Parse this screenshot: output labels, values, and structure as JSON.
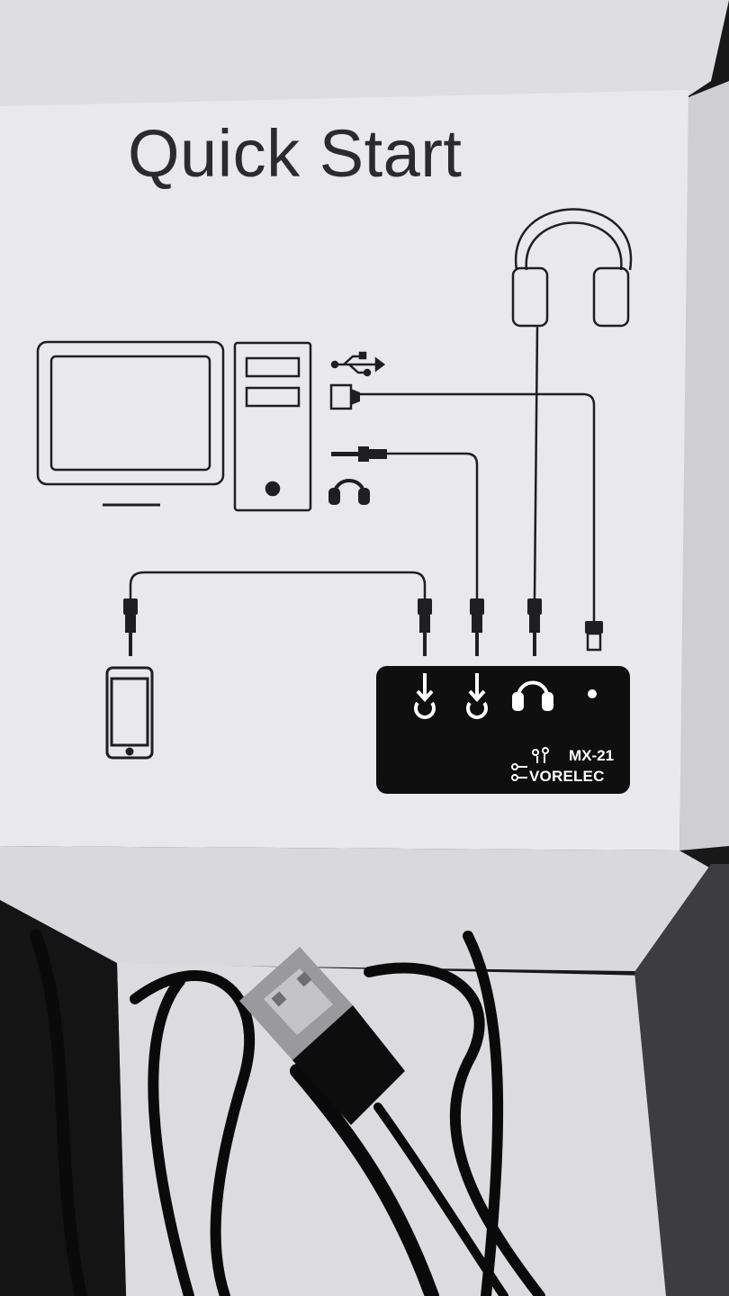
{
  "manual": {
    "title": "Quick Start",
    "model": "MX-21",
    "brand": "VORELEC"
  },
  "colors": {
    "paper": "#e9e9ec",
    "ink": "#1f1f22",
    "device": "#0f0f10",
    "box_inner": "#dcdcdf"
  },
  "icons": [
    "monitor-icon",
    "pc-tower-icon",
    "usb-icon",
    "aux-plug-icon",
    "headphones-icon",
    "phone-icon",
    "line-in-icon"
  ]
}
